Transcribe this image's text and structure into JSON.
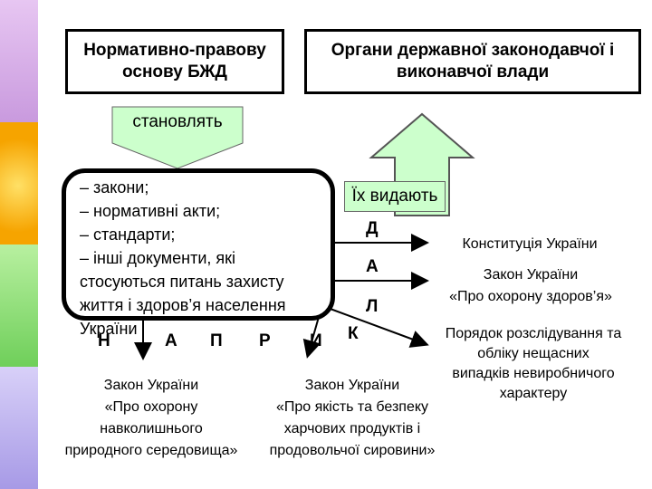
{
  "boxes": {
    "legal_basis": "Нормативно-правову основу БЖД",
    "authorities": "Органи державної законодавчої і виконавчої влади"
  },
  "labels": {
    "establish": "становлять",
    "issued_by": "Їх видають"
  },
  "documents_list": [
    "– закони;",
    "– нормативні акти;",
    "– стандарти;",
    "– інші документи, які",
    "стосуються питань захисту",
    "життя і здоров’я населення",
    "України"
  ],
  "direction_word": {
    "vertical": [
      "Д",
      "А",
      "Л"
    ],
    "horizontal": [
      "Н",
      "А",
      "П",
      "Р",
      "И",
      "К"
    ]
  },
  "laws_right": [
    [
      "Конституція України"
    ],
    [
      "Закон України",
      "«Про охорону здоров’я»"
    ],
    [
      "Порядок розслідування та",
      "обліку нещасних",
      "випадків невиробничого",
      "характеру"
    ]
  ],
  "laws_bottom": [
    [
      "Закон України",
      "«Про охорону",
      "навколишнього",
      "природного середовища»"
    ],
    [
      "Закон України",
      "«Про якість та безпеку",
      "харчових продуктів і",
      "продовольчої сировини»"
    ]
  ],
  "colors": {
    "green_fill": "#ccffcc",
    "arrow_green": "#ccffcc",
    "strip": [
      "#d6a8e6",
      "#ffd84a",
      "#9adf7a",
      "#c9c0f0"
    ]
  }
}
